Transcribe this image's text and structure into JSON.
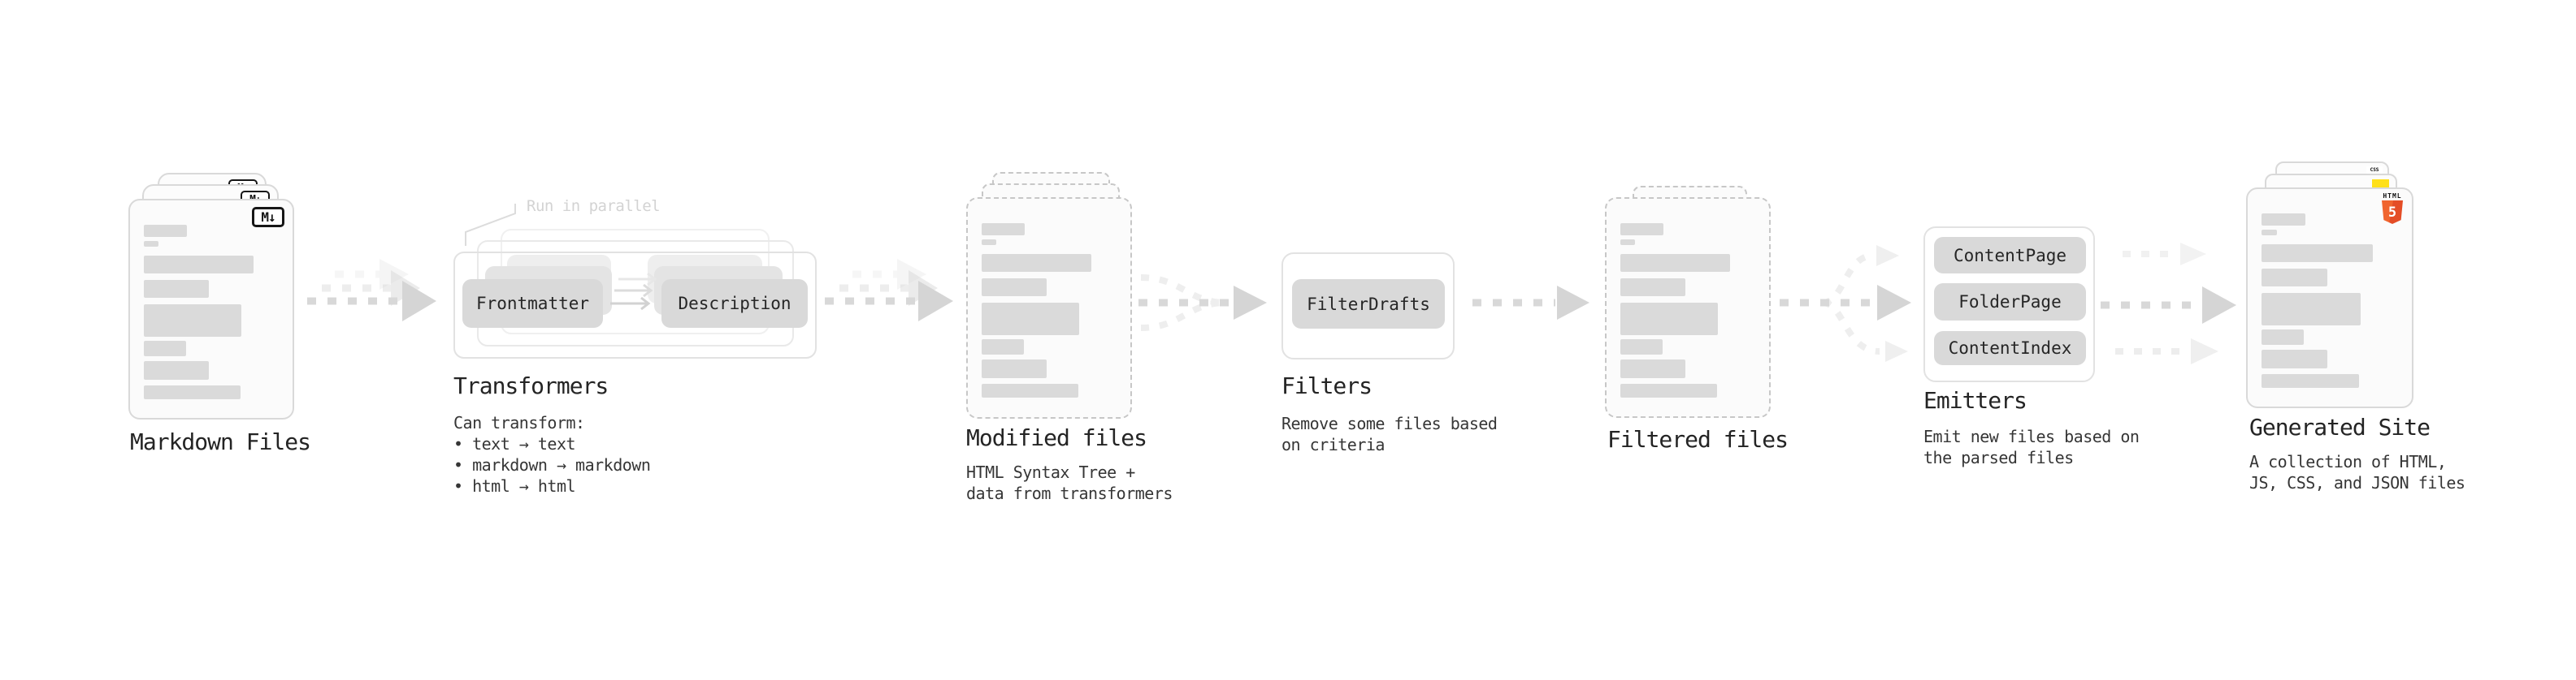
{
  "colors": {
    "html5_orange": "#E44D26",
    "html5_orange_light": "#F0652F",
    "js_yellow": "#FFE01A",
    "css_blue": "#2B63E8",
    "pill_gray": "#D9D9D9",
    "bar_gray": "#DADADA",
    "arrow_gray": "#D8D8D8"
  },
  "stages": {
    "markdown_files": {
      "label": "Markdown Files",
      "badge": "M↓"
    },
    "transformers": {
      "heading": "Transformers",
      "note": "Run in parallel",
      "source_pill": "Frontmatter",
      "result_pill": "Description",
      "caption": "Can transform:\n • text → text\n • markdown → markdown\n • html → html"
    },
    "modified_files": {
      "label": "Modified files",
      "caption": "HTML Syntax Tree +\ndata from transformers"
    },
    "filters": {
      "heading": "Filters",
      "pill": "FilterDrafts",
      "caption": "Remove some files based\non criteria"
    },
    "filtered_files": {
      "label": "Filtered files"
    },
    "emitters": {
      "heading": "Emitters",
      "pills": [
        "ContentPage",
        "FolderPage",
        "ContentIndex"
      ],
      "caption": "Emit new files based on\nthe parsed files"
    },
    "generated_site": {
      "label": "Generated Site",
      "caption": "A collection of HTML,\nJS, CSS, and JSON files",
      "badge_html_word": "HTML",
      "badge_html_number": "5",
      "badge_css": "CSS"
    }
  }
}
